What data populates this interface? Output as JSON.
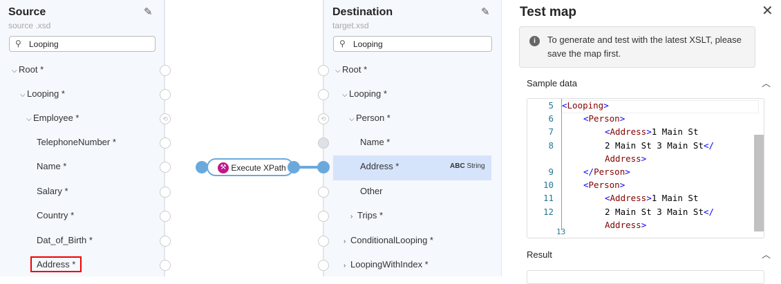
{
  "source": {
    "title": "Source",
    "file": "source .xsd",
    "search": "Looping",
    "nodes": [
      {
        "label": "Root *",
        "chevron": true
      },
      {
        "label": "Looping *",
        "chevron": true
      },
      {
        "label": "Employee *",
        "chevron": true
      },
      {
        "label": "TelephoneNumber *"
      },
      {
        "label": "Name *"
      },
      {
        "label": "Salary *"
      },
      {
        "label": "Country *"
      },
      {
        "label": "Dat_of_Birth *"
      },
      {
        "label": "Address *",
        "highlighted": true
      }
    ]
  },
  "function": {
    "label": "Execute XPath",
    "icon": "wrench-icon",
    "color": "#c0158a"
  },
  "destination": {
    "title": "Destination",
    "file": "target.xsd",
    "search": "Looping",
    "nodes": [
      {
        "label": "Root *"
      },
      {
        "label": "Looping *"
      },
      {
        "label": "Person *"
      },
      {
        "label": "Name *"
      },
      {
        "label": "Address *",
        "type": "String",
        "type_badge": "ABC"
      },
      {
        "label": "Other"
      },
      {
        "label": "Trips *"
      },
      {
        "label": "ConditionalLooping *"
      },
      {
        "label": "LoopingWithIndex *"
      }
    ]
  },
  "test_map": {
    "title": "Test map",
    "info": "To generate and test with the latest XSLT, please save the map first.",
    "sample_label": "Sample data",
    "result_label": "Result",
    "code_lines": [
      {
        "n": "5",
        "indent": 0,
        "parts": [
          [
            "br",
            "<"
          ],
          [
            "tag",
            "Looping"
          ],
          [
            "br",
            ">"
          ]
        ]
      },
      {
        "n": "6",
        "indent": 1,
        "parts": [
          [
            "br",
            "<"
          ],
          [
            "tag",
            "Person"
          ],
          [
            "br",
            ">"
          ]
        ]
      },
      {
        "n": "7",
        "indent": 2,
        "parts": [
          [
            "br",
            "<"
          ],
          [
            "tag",
            "Address"
          ],
          [
            "br",
            ">"
          ],
          [
            "txt",
            "1 Main St"
          ]
        ]
      },
      {
        "n": "8",
        "indent": 2,
        "parts": [
          [
            "txt",
            "2 Main St 3 Main St"
          ],
          [
            "br",
            "</"
          ]
        ]
      },
      {
        "n": "",
        "indent": 2,
        "parts": [
          [
            "tag",
            "Address"
          ],
          [
            "br",
            ">"
          ]
        ]
      },
      {
        "n": "9",
        "indent": 1,
        "parts": [
          [
            "br",
            "</"
          ],
          [
            "tag",
            "Person"
          ],
          [
            "br",
            ">"
          ]
        ]
      },
      {
        "n": "10",
        "indent": 1,
        "parts": [
          [
            "br",
            "<"
          ],
          [
            "tag",
            "Person"
          ],
          [
            "br",
            ">"
          ]
        ]
      },
      {
        "n": "11",
        "indent": 2,
        "parts": [
          [
            "br",
            "<"
          ],
          [
            "tag",
            "Address"
          ],
          [
            "br",
            ">"
          ],
          [
            "txt",
            "1 Main St"
          ]
        ]
      },
      {
        "n": "12",
        "indent": 2,
        "parts": [
          [
            "txt",
            "2 Main St 3 Main St"
          ],
          [
            "br",
            "</"
          ]
        ]
      },
      {
        "n": "",
        "indent": 2,
        "parts": [
          [
            "tag",
            "Address"
          ],
          [
            "br",
            ">"
          ]
        ]
      }
    ]
  }
}
